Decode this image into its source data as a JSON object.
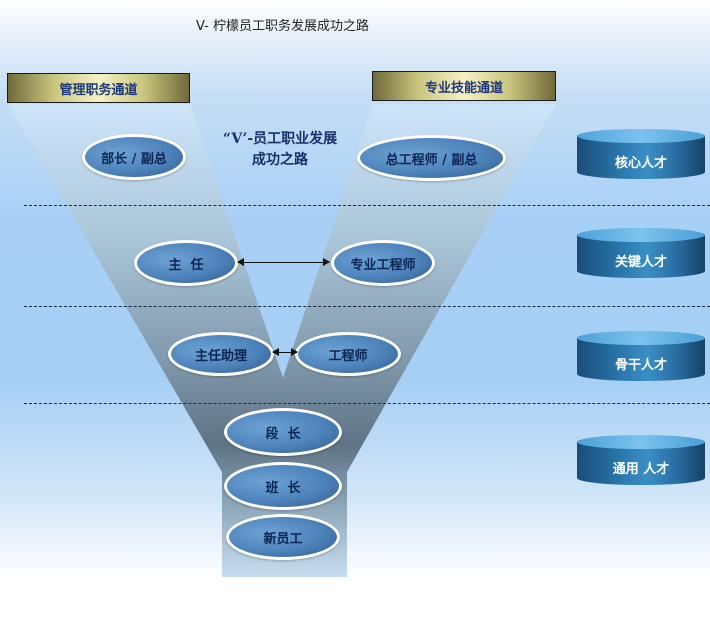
{
  "title": "V- 柠檬员工职务发展成功之路",
  "channels": {
    "left": "管理职务通道",
    "right": "专业技能通道"
  },
  "slogan": {
    "line1": "“V’-员工职业发展",
    "line2": "成功之路"
  },
  "management_track": [
    "部长 / 副总",
    "主  任",
    "主任助理"
  ],
  "technical_track": [
    "总工程师 / 副总",
    "专业工程师",
    "工程师"
  ],
  "shared_track": [
    "段  长",
    "班  长",
    "新员工"
  ],
  "talent_tiers": [
    "核心人才",
    "关键人才",
    "骨干人才",
    "通用 人才"
  ],
  "colors": {
    "channel_text": "#1e3a7a",
    "node_fill": "#4d83bb",
    "node_text": "#0e2554",
    "tier_fill": "#2a78ae",
    "v_shape_dark": "#5e7384"
  }
}
